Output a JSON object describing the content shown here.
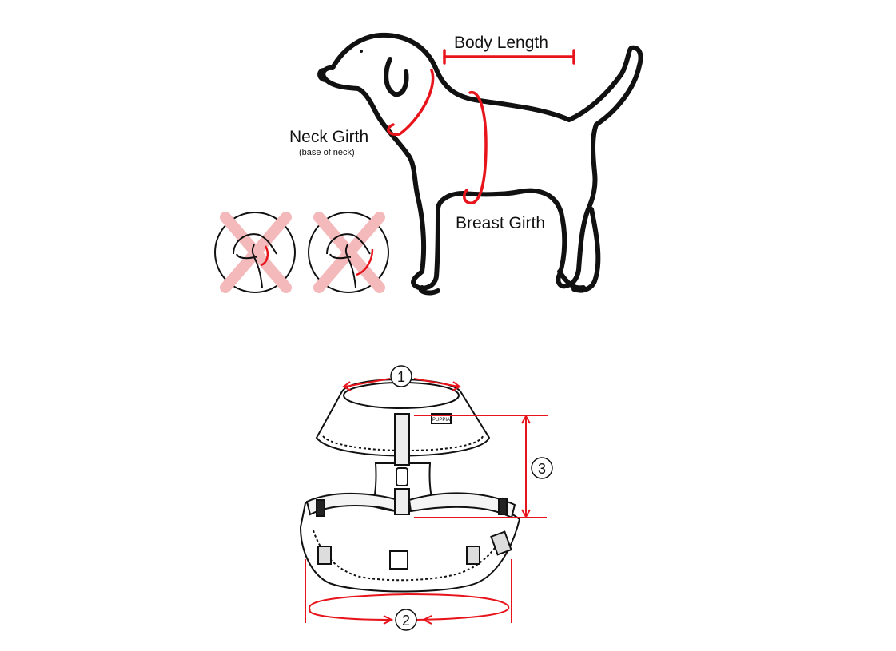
{
  "labels": {
    "body_length": "Body Length",
    "neck_girth": "Neck Girth",
    "neck_girth_note": "(base of neck)",
    "breast_girth": "Breast Girth"
  },
  "harness": {
    "measure_1": "1",
    "measure_2": "2",
    "measure_3": "3",
    "brand_tag": "PUPPIA"
  },
  "colors": {
    "measure": "#e8141b",
    "outline": "#111111",
    "wrong_mark": "#f4b9bb"
  },
  "icons": [
    "dog-silhouette-icon",
    "wrong-neck-placement-icon",
    "harness-outline-icon"
  ]
}
